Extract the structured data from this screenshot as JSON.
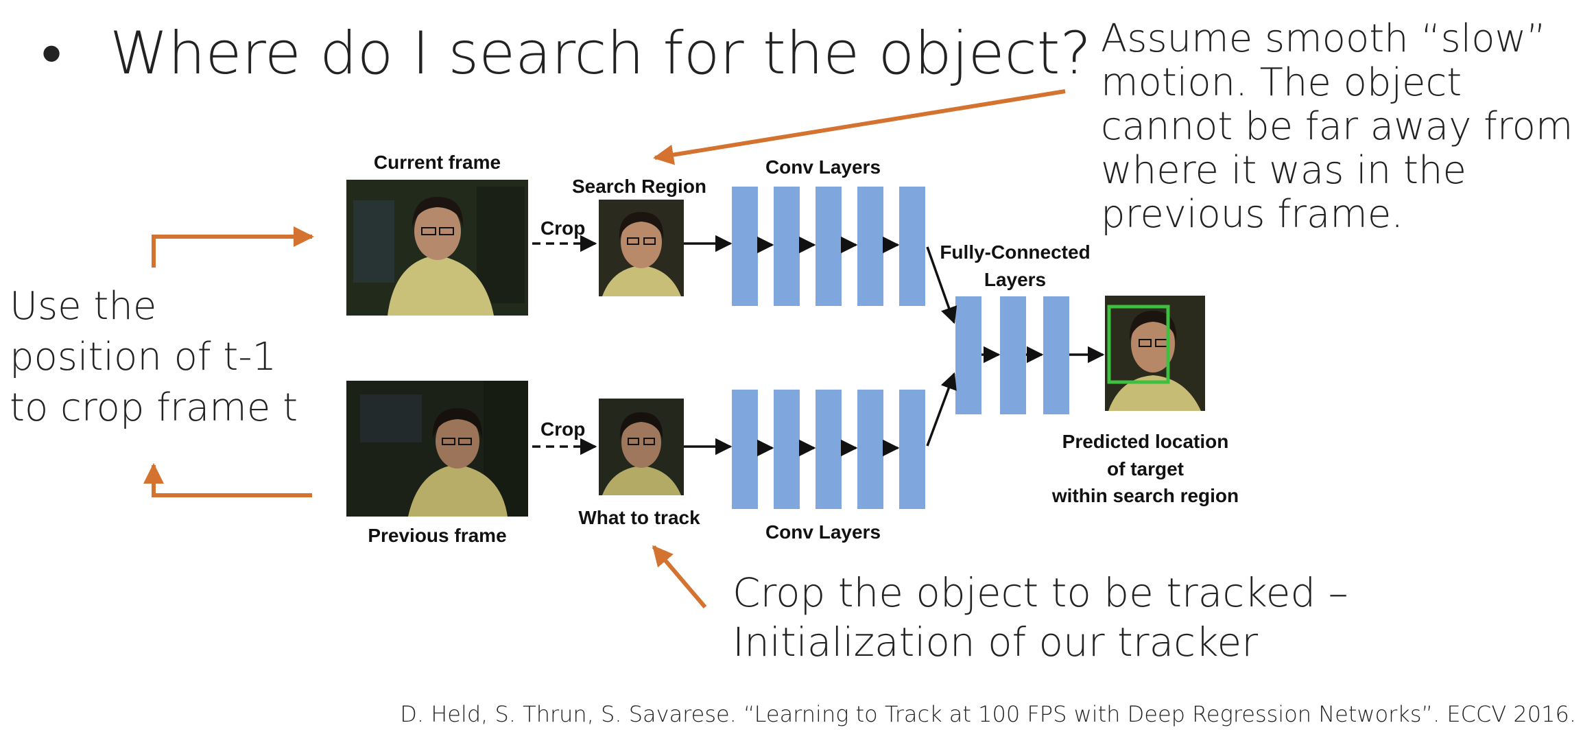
{
  "bullet": "•",
  "title": "Where do I search for the object?",
  "notes": {
    "top_right": "Assume smooth “slow” motion. The object cannot be far away from where it was in the previous frame.",
    "left": "Use the position of t-1 to crop frame t",
    "bottom": "Crop the object to be tracked – Initialization of our tracker"
  },
  "figure": {
    "current_frame": "Current frame",
    "previous_frame": "Previous frame",
    "search_region": "Search Region",
    "what_to_track": "What to track",
    "crop_top": "Crop",
    "crop_bottom": "Crop",
    "conv_layers_top": "Conv Layers",
    "conv_layers_bottom": "Conv Layers",
    "fc_layers_line1": "Fully-Connected",
    "fc_layers_line2": "Layers",
    "predicted_line1": "Predicted location",
    "predicted_line2": "of target",
    "predicted_line3": "within search region"
  },
  "citation": "D. Held, S. Thrun, S. Savarese.  “Learning to Track at 100 FPS with Deep Regression Networks”. ECCV 2016.",
  "colors": {
    "accent_orange": "#d4722f",
    "layer_blue": "#7fa7dd",
    "box_green": "#3fbf3f"
  }
}
